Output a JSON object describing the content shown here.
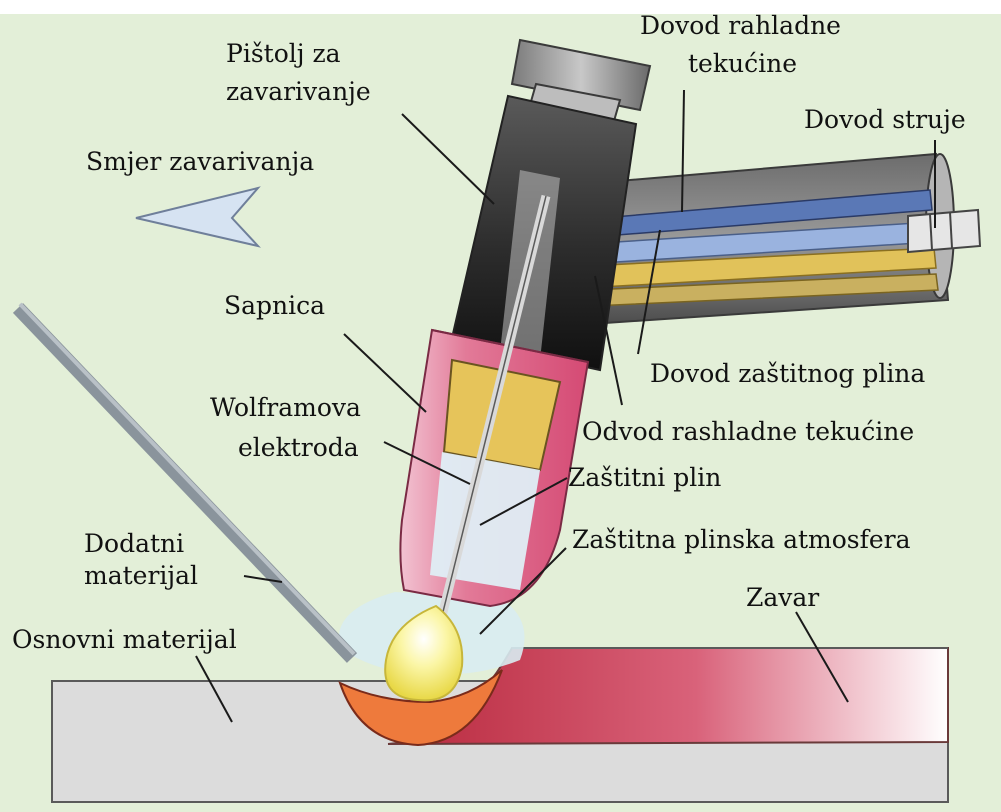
{
  "labels": {
    "gun": [
      "Pištolj za",
      "zavarivanje"
    ],
    "coolant_in": [
      "Dovod rahladne",
      "tekućine"
    ],
    "current": "Dovod struje",
    "direction": "Smjer zavarivanja",
    "nozzle": "Sapnica",
    "gas_in": "Dovod zaštitnog plina",
    "coolant_out": "Odvod rashladne tekućine",
    "electrode": [
      "Wolframova",
      "elektroda"
    ],
    "shield_gas": "Zaštitni plin",
    "atmosphere": "Zaštitna plinska atmosfera",
    "filler": [
      "Dodatni",
      "materijal"
    ],
    "weld": "Zavar",
    "base": "Osnovni materijal"
  },
  "colors": {
    "background": "#e3efd8",
    "base_metal": "#dcdcdc",
    "weld_bead": "#c9384a",
    "weld_pool": "#ee7a3c",
    "nozzle": "#e58aa5",
    "gun_body": "#333333",
    "coolant_in_tube": "#5a78b6",
    "gas_tube": "#9ab3df",
    "coolant_out_tube": "#e1c25a",
    "arc": "#f6ee7a",
    "shield_gas": "#cfe7ef"
  }
}
